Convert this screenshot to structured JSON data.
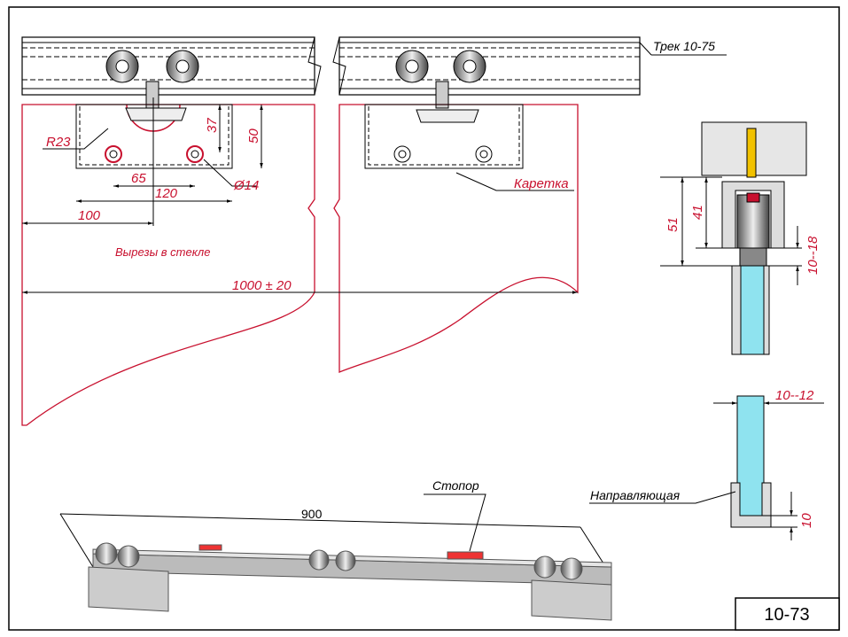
{
  "drawing": {
    "track_label": "Трек 10-75",
    "carriage_label": "Каретка",
    "glass_cutouts_label": "Вырезы в стекле",
    "guide_label": "Направляющая",
    "stopper_label": "Стопор",
    "sheet_number": "10-73"
  },
  "dimensions": {
    "radius": "R23",
    "hole_diameter": "Ø14",
    "d37": "37",
    "d50": "50",
    "d65": "65",
    "d120": "120",
    "d100": "100",
    "glass_width": "1000 ± 20",
    "d51": "51",
    "d41": "41",
    "glass_range": "10--18",
    "glass_thickness": "10--12",
    "guide_height": "10",
    "track_length": "900"
  },
  "colors": {
    "line_red": "#c8102e",
    "glass_blue": "#8fe3ef"
  }
}
